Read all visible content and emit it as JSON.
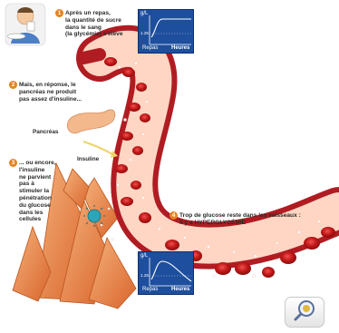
{
  "steps": [
    {
      "num": "1",
      "lines": [
        "Après un repas,",
        "la quantité de sucre",
        "dans le sang",
        "(la glycémie) s'élève"
      ]
    },
    {
      "num": "2",
      "lines": [
        "Mais, en réponse, le",
        "pancréas ne produit",
        "pas assez d'insuline..."
      ]
    },
    {
      "num": "3",
      "lines": [
        "... ou encore,",
        "l'insuline",
        "ne parvient",
        "pas à",
        "stimuler la",
        "pénétration",
        "du glucose",
        "dans les",
        "cellules"
      ]
    },
    {
      "num": "4",
      "lines": [
        "Trop de glucose reste dans les vaisseaux :",
        "il y a HYPERGLYCÉMIE"
      ]
    }
  ],
  "labels": {
    "pancreas": "Pancréas",
    "insuline": "Insuline"
  },
  "graphs": [
    {
      "unit": "g/L",
      "tick": "1.25",
      "x_start": "Repas",
      "x_end": "Heures",
      "curve": "rise_plateau"
    },
    {
      "unit": "g/L",
      "tick": "1.25",
      "x_start": "Repas",
      "x_end": "Heures",
      "curve": "rise_fall"
    }
  ],
  "colors": {
    "vessel": "#c8262c",
    "vessel_inner": "#ffd9c9",
    "cell": "#e27b3f",
    "accent": "#e8821e",
    "graph_bg": "#1e4f9e"
  },
  "icons": [
    "person-eating-icon",
    "zoom-magnifier-icon"
  ]
}
